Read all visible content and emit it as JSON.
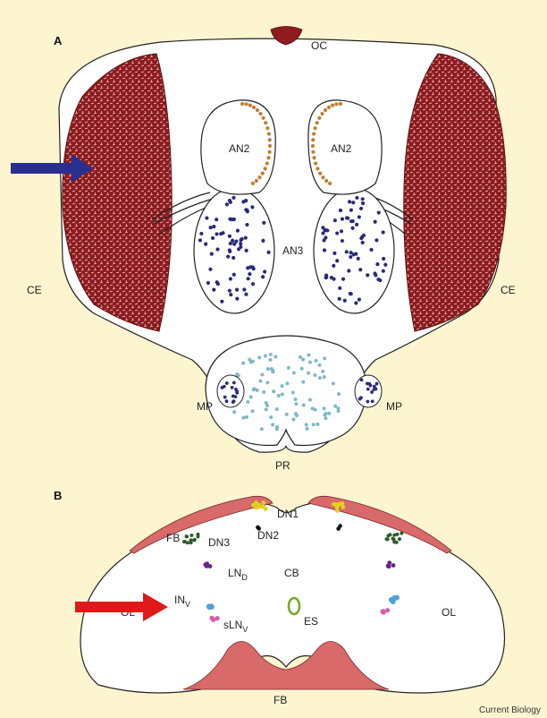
{
  "panel_a": {
    "letter": "A",
    "labels": {
      "oc": "OC",
      "an2_left": "AN2",
      "an2_right": "AN2",
      "an3": "AN3",
      "ce_left": "CE",
      "ce_right": "CE",
      "mp_left": "MP",
      "mp_right": "MP",
      "pr": "PR"
    }
  },
  "panel_b": {
    "letter": "B",
    "labels": {
      "fb_top": "FB",
      "dn1": "DN1",
      "dn3": "DN3",
      "dn2": "DN2",
      "lnd_main": "LN",
      "lnd_sub": "D",
      "cb": "CB",
      "lnv_main": "IN",
      "lnv_sub": "V",
      "slnv_main": "sLN",
      "slnv_sub": "V",
      "es": "ES",
      "ol_left": "OL",
      "ol_right": "OL",
      "fb_bottom": "FB"
    }
  },
  "credit": "Current Biology",
  "colors": {
    "background": "#fcf5cf",
    "eye": "#8e1b1e",
    "brain_fill": "#ffffff",
    "an2_dots": "#c07d32",
    "an3_dots": "#2b2a7a",
    "pr_dots": "#7fb8c8",
    "fb": "#d86a6a",
    "dn1": "#e2d21d",
    "dn3": "#2f5a2a",
    "dn2": "#111111",
    "lnd": "#6a1f8a",
    "lnv": "#4f9fd8",
    "slnv": "#d45fa8",
    "es": "#7aa72a",
    "blue_arrow": "#2a2f8f",
    "red_arrow": "#e01818"
  }
}
